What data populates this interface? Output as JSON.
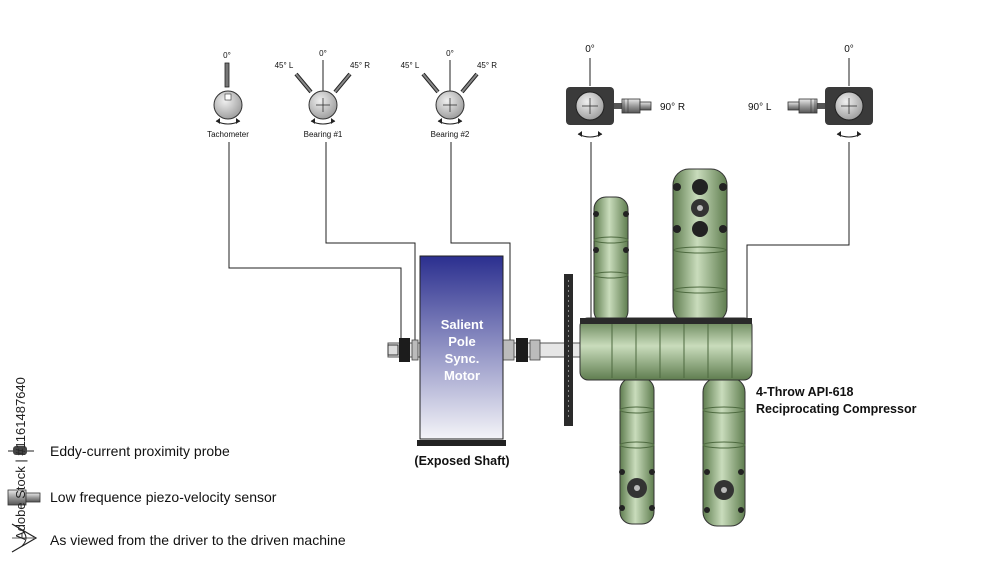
{
  "sensors": {
    "tachometer": {
      "label": "Tachometer",
      "angle": "0°"
    },
    "bearing1": {
      "label": "Bearing #1",
      "top": "0°",
      "left": "45° L",
      "right": "45° R"
    },
    "bearing2": {
      "label": "Bearing #2",
      "top": "0°",
      "left": "45° L",
      "right": "45° R"
    },
    "frame_left": {
      "top": "0°",
      "side": "90° R"
    },
    "frame_right": {
      "top": "0°",
      "side": "90° L"
    }
  },
  "motor": {
    "lines": [
      "Salient",
      "Pole",
      "Sync.",
      "Motor"
    ],
    "caption": "(Exposed Shaft)"
  },
  "compressor": {
    "line1": "4-Throw API-618",
    "line2": "Reciprocating Compressor"
  },
  "legend": {
    "probe": "Eddy-current proximity probe",
    "velocity": "Low frequence piezo-velocity sensor",
    "view": "As viewed from the driver to the driven machine"
  },
  "watermark": "Adobe Stock | #1161487640",
  "colors": {
    "motor_top": "#2b2f8f",
    "motor_bottom": "#f4f4f8",
    "compressor": "#8aa978",
    "frame_body": "#3a3a3a",
    "sensor_disc": "#c8c8c8"
  }
}
